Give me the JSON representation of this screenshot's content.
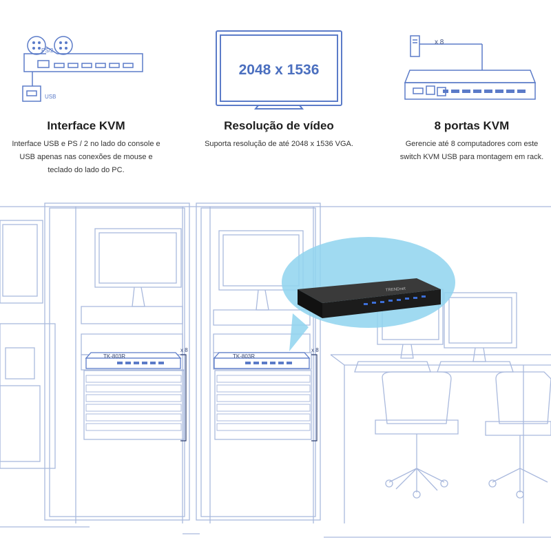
{
  "features": [
    {
      "icon": "kvm-interface-icon",
      "title": "Interface KVM",
      "description_lines": [
        "Interface USB e PS / 2 no lado do console e",
        "USB apenas nas conexões de mouse e",
        "teclado do lado do PC."
      ],
      "icon_labels": {
        "ps2": "PS/2",
        "usb": "USB"
      }
    },
    {
      "icon": "monitor-icon",
      "title": "Resolução de vídeo",
      "description_lines": [
        "Suporta resolução de até 2048 x 1536 VGA."
      ],
      "screen_text": "2048 x 1536"
    },
    {
      "icon": "rack-ports-icon",
      "title": "8 portas KVM",
      "description_lines": [
        "Gerencie até 8 computadores com este",
        "switch KVM USB para montagem em rack."
      ],
      "multiplier": "x 8"
    }
  ],
  "illustration": {
    "rack_labels": [
      "TK-803R",
      "TK-803R"
    ],
    "rack_multipliers": [
      "x 8",
      "x 8"
    ],
    "device_brand": "TRENDnet",
    "line_color": "#9aaed6",
    "bubble_color": "#8fd3ef",
    "device_color": "#1c1c1c",
    "port_color": "#3d6fd8"
  }
}
